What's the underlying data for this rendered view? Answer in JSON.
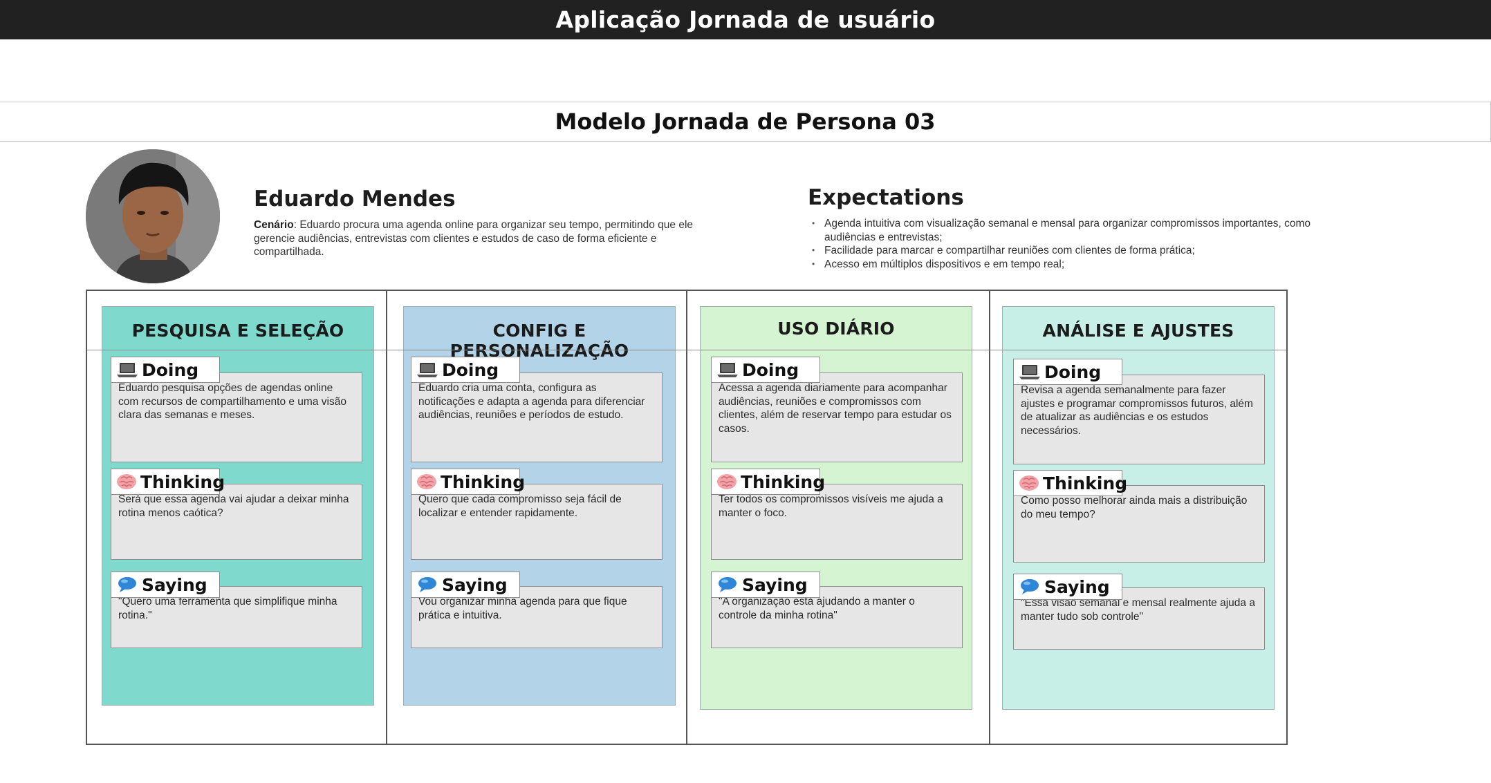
{
  "app": {
    "title": "Aplicação Jornada de usuário"
  },
  "page": {
    "title": "Modelo Jornada de Persona 03"
  },
  "persona": {
    "name": "Eduardo Mendes",
    "scenario_label": "Cenário",
    "scenario_text": ": Eduardo procura uma agenda online para organizar seu tempo, permitindo que ele gerencie audiências, entrevistas com clientes e estudos de caso de forma eficiente e compartilhada."
  },
  "expectations": {
    "title": "Expectations",
    "items": [
      "Agenda intuitiva com visualização semanal e mensal para organizar compromissos importantes, como audiências e entrevistas;",
      "Facilidade para marcar e compartilhar reuniões com clientes de forma prática;",
      "Acesso em múltiplos dispositivos e em tempo real;"
    ]
  },
  "labels": {
    "doing": "Doing",
    "thinking": "Thinking",
    "saying": "Saying"
  },
  "icons": {
    "doing": "laptop-icon",
    "thinking": "brain-icon",
    "saying": "speech-bubble-icon"
  },
  "stages": [
    {
      "title": "PESQUISA E SELEÇÃO",
      "color": "#7fd9cc",
      "doing": "Eduardo pesquisa opções de agendas online com recursos de compartilhamento e uma visão clara das semanas e meses.",
      "thinking": "Será que essa agenda vai ajudar a deixar minha rotina menos caótica?",
      "saying": "\"Quero uma ferramenta que simplifique minha rotina.\""
    },
    {
      "title": "CONFIG E PERSONALIZAÇÃO",
      "color": "#b3d3e8",
      "doing": "Eduardo cria uma conta, configura as notificações e adapta a agenda para diferenciar audiências, reuniões e períodos de estudo.",
      "thinking": "Quero que cada compromisso seja fácil de localizar e entender rapidamente.",
      "saying": "Vou organizar minha agenda para que fique prática e intuitiva."
    },
    {
      "title": "USO DIÁRIO",
      "color": "#d5f5d2",
      "doing": "Acessa a agenda diariamente para acompanhar audiências, reuniões e compromissos com clientes, além de reservar tempo para estudar os casos.",
      "thinking": "Ter todos os compromissos visíveis me ajuda a manter o foco.",
      "saying": "\"A organização está ajudando a manter o controle da minha rotina\""
    },
    {
      "title": "ANÁLISE E AJUSTES",
      "color": "#c7efe8",
      "doing": "Revisa a agenda semanalmente para fazer ajustes e programar compromissos futuros, além de atualizar as audiências e os estudos necessários.",
      "thinking": "Como posso melhorar ainda mais a distribuição do meu tempo?",
      "saying": "\"Essa visão semanal e mensal realmente ajuda a manter tudo sob controle\""
    }
  ]
}
